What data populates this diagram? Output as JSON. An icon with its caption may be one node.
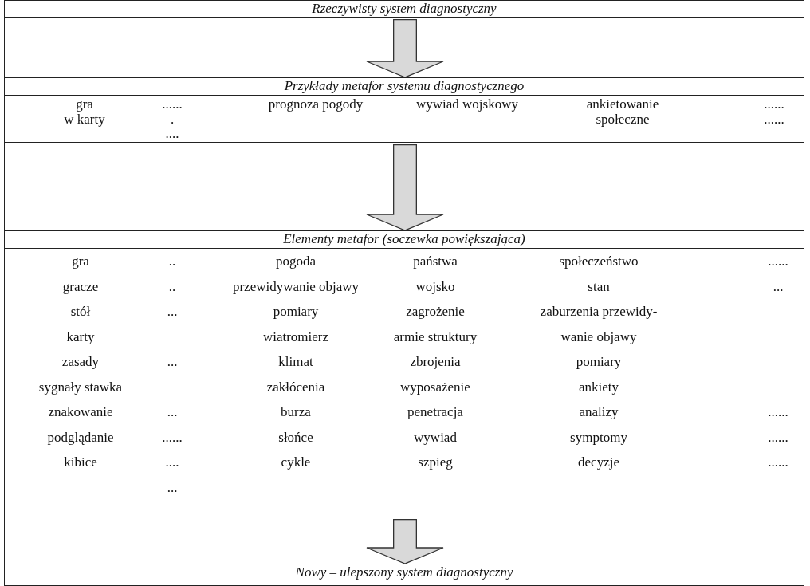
{
  "diagram": {
    "nodes": [
      {
        "text": [
          "Rzeczywisty system diagnostyczny"
        ]
      },
      {
        "text": [
          "Przykłady metafor systemu diagnostycznego"
        ]
      },
      {
        "text": [
          "Elementy metafor (soczewka powiększająca)"
        ]
      },
      {
        "text": [
          "Nowy – ulepszony system diagnostyczny"
        ]
      }
    ],
    "edges": [
      {
        "from": 0,
        "to": 1,
        "arrow": "to"
      },
      {
        "from": 1,
        "to": 2,
        "arrow": "to"
      },
      {
        "from": 2,
        "to": 3,
        "arrow": "to"
      }
    ],
    "labels": [
      "gra",
      "......",
      "prognoza pogody",
      "wywiad wojskowy",
      "ankietowanie",
      "......",
      "w karty",
      ".",
      "społeczne",
      "......",
      "....",
      "gra",
      "..",
      "pogoda",
      "państwa",
      "społeczeństwo",
      "......",
      "gracze",
      "..",
      "przewidywanie objawy",
      "wojsko",
      "stan",
      "...",
      "stół",
      "...",
      "pomiary",
      "zagrożenie",
      "zaburzenia przewidy-",
      "karty",
      "wiatromierz",
      "armie struktury",
      "wanie objawy",
      "zasady",
      "...",
      "klimat",
      "zbrojenia",
      "pomiary",
      "sygnały stawka",
      "zakłócenia",
      "wyposażenie",
      "ankiety",
      "znakowanie",
      "...",
      "burza",
      "penetracja",
      "analizy",
      "......",
      "podglądanie",
      "......",
      "słońce",
      "wywiad",
      "symptomy",
      "......",
      "kibice",
      "....",
      "cykle",
      "szpieg",
      "decyzje",
      "......",
      "..."
    ]
  }
}
